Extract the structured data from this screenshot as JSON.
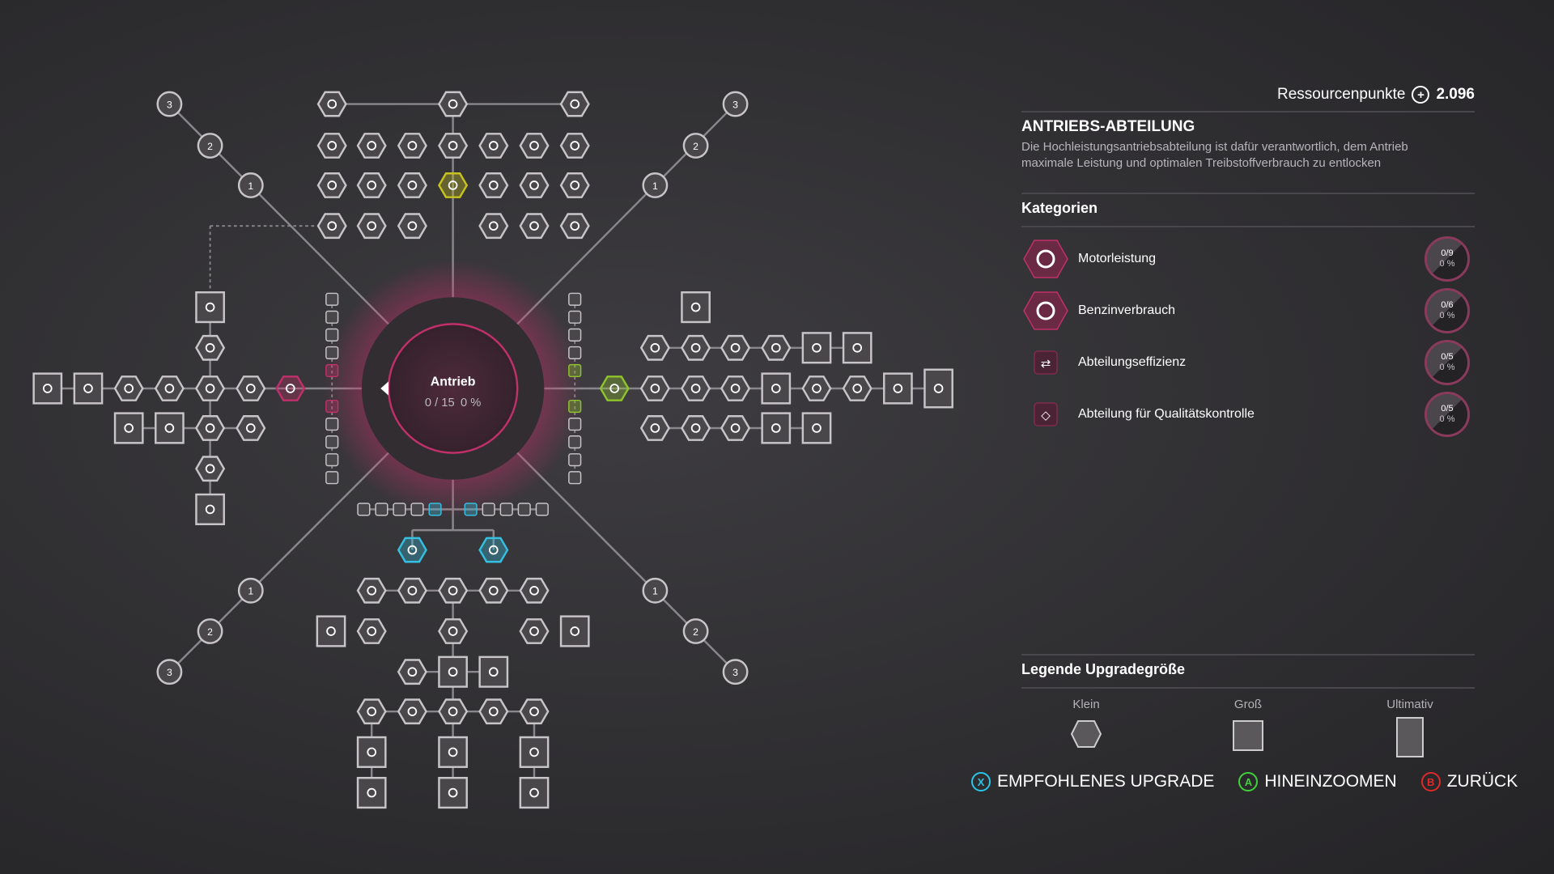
{
  "header": {
    "resource_label": "Ressourcenpunkte",
    "resource_value": "2.096"
  },
  "department": {
    "title": "ANTRIEBS-ABTEILUNG",
    "description": "Die Hochleistungsantriebsabteilung ist dafür verantwortlich, dem Antrieb maximale Leistung und optimalen Treibstoffverbrauch zu entlocken"
  },
  "hub": {
    "name": "Antrieb",
    "progress": "0 / 15",
    "percent": "0 %"
  },
  "categories_title": "Kategorien",
  "categories": [
    {
      "label": "Motorleistung",
      "count": "0/9",
      "percent": "0 %",
      "icon": "engine-icon"
    },
    {
      "label": "Benzinverbrauch",
      "count": "0/6",
      "percent": "0 %",
      "icon": "fuel-drop-icon"
    },
    {
      "label": "Abteilungseffizienz",
      "count": "0/5",
      "percent": "0 %",
      "icon": "swap-arrows-icon"
    },
    {
      "label": "Abteilung für Qualitätskontrolle",
      "count": "0/5",
      "percent": "0 %",
      "icon": "diamond-icon"
    }
  ],
  "legend": {
    "title": "Legende Upgradegröße",
    "small": "Klein",
    "large": "Groß",
    "ultimate": "Ultimativ"
  },
  "buttons": [
    {
      "key": "X",
      "label": "EMPFOHLENES UPGRADE",
      "color": "#29c6e8"
    },
    {
      "key": "A",
      "label": "HINEINZOOMEN",
      "color": "#3fd23a"
    },
    {
      "key": "B",
      "label": "ZURÜCK",
      "color": "#e02a2a"
    }
  ],
  "colors": {
    "accent": "#c0306a",
    "yellow": "#c8c21e",
    "green": "#8fc32c",
    "cyan": "#35bfe0"
  },
  "tier_labels": [
    "3",
    "2",
    "1",
    "1",
    "2",
    "3",
    "1",
    "2",
    "3",
    "1",
    "2",
    "3"
  ]
}
